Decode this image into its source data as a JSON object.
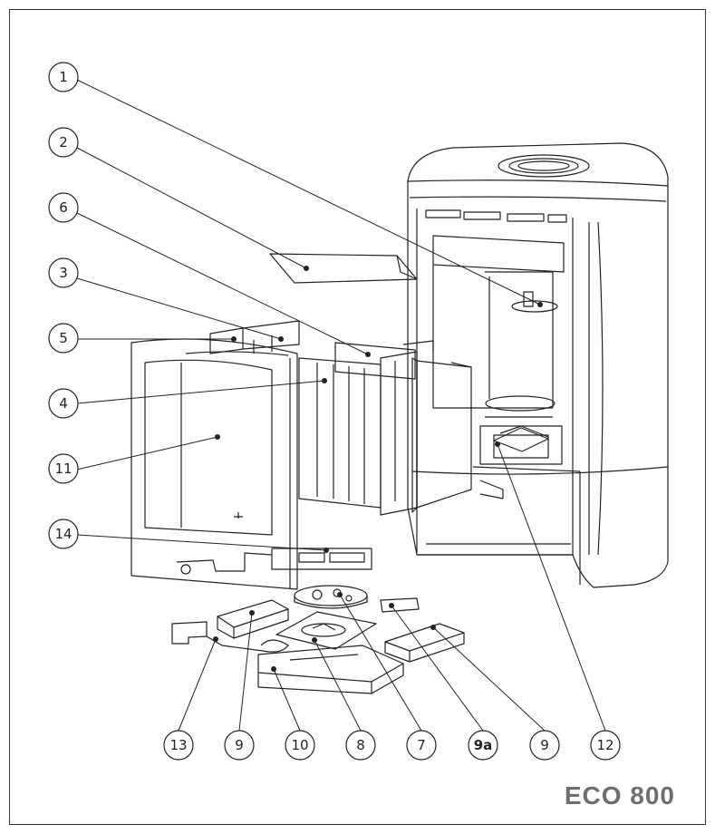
{
  "model_label": "ECO 800",
  "callouts": [
    {
      "id": "c1",
      "label": "1"
    },
    {
      "id": "c2",
      "label": "2"
    },
    {
      "id": "c6",
      "label": "6"
    },
    {
      "id": "c3",
      "label": "3"
    },
    {
      "id": "c5",
      "label": "5"
    },
    {
      "id": "c4",
      "label": "4"
    },
    {
      "id": "c11",
      "label": "11"
    },
    {
      "id": "c14",
      "label": "14"
    },
    {
      "id": "c13",
      "label": "13"
    },
    {
      "id": "c9l",
      "label": "9"
    },
    {
      "id": "c10",
      "label": "10"
    },
    {
      "id": "c8",
      "label": "8"
    },
    {
      "id": "c7",
      "label": "7"
    },
    {
      "id": "c9a",
      "label": "9a"
    },
    {
      "id": "c9r",
      "label": "9"
    },
    {
      "id": "c12",
      "label": "12"
    }
  ],
  "colors": {
    "line": "#222222",
    "watermark": "#c8d6a0",
    "label_gray": "#6e6e6e"
  }
}
